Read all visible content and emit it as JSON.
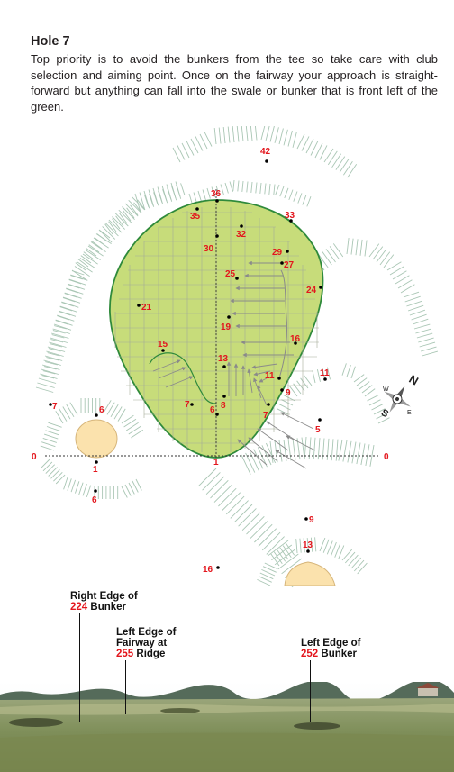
{
  "hole": {
    "title": "Hole 7",
    "description": "Top priority is to avoid the bunkers from the tee so take care with club selection and aiming point. Once on the fairway your approach is straight-forward but anything can fall into the swale or bunker that is front left of the green."
  },
  "colors": {
    "green_fill": "#c7dc7a",
    "green_outline": "#2f8a3b",
    "hatch": "#a9c6b4",
    "bunker_sand": "#fbe2ad",
    "marker_red": "#e3161d",
    "arrow_grey": "#8a8a8a"
  },
  "green_map": {
    "centre_line_labels": {
      "left": "0",
      "right": "0"
    },
    "front_label": "1",
    "points": [
      {
        "label": "42"
      },
      {
        "label": "36"
      },
      {
        "label": "35"
      },
      {
        "label": "33"
      },
      {
        "label": "32"
      },
      {
        "label": "30"
      },
      {
        "label": "29"
      },
      {
        "label": "27"
      },
      {
        "label": "25"
      },
      {
        "label": "24"
      },
      {
        "label": "21"
      },
      {
        "label": "19"
      },
      {
        "label": "16"
      },
      {
        "label": "15"
      },
      {
        "label": "13"
      },
      {
        "label": "11"
      },
      {
        "label": "9"
      },
      {
        "label": "8"
      },
      {
        "label": "7"
      },
      {
        "label": "6"
      },
      {
        "label": "7"
      },
      {
        "label": "11"
      },
      {
        "label": "5"
      },
      {
        "label": "7"
      },
      {
        "label": "6"
      },
      {
        "label": "1"
      },
      {
        "label": "6"
      },
      {
        "label": "9"
      },
      {
        "label": "13"
      },
      {
        "label": "16"
      }
    ],
    "compass": {
      "n": "N",
      "s": "S",
      "e": "E",
      "w": "W",
      "icon": "compass-rose-icon"
    }
  },
  "photo_callouts": [
    {
      "line1": "Right Edge of",
      "number": "224",
      "rest": "Bunker"
    },
    {
      "line1": "Left Edge of",
      "line2": "Fairway at",
      "number": "255",
      "rest": "Ridge"
    },
    {
      "line1": "Left Edge of",
      "number": "252",
      "rest": "Bunker"
    }
  ]
}
